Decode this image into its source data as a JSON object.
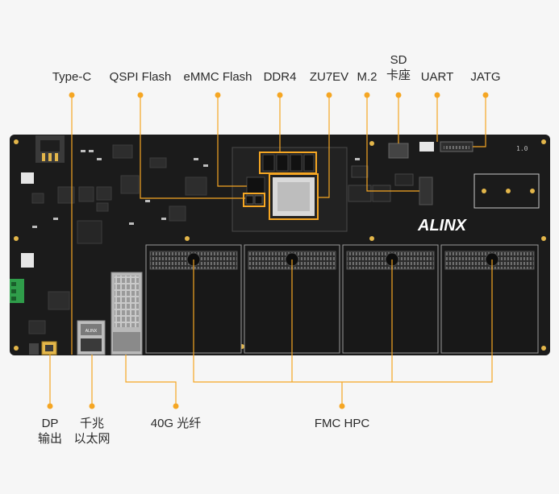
{
  "board": {
    "logo": "ALINX",
    "version_mark": "1.0",
    "port_chip_text": "ALINX"
  },
  "colors": {
    "background": "#f6f6f6",
    "pcb": "#1b1b1b",
    "accent": "#f5a623",
    "text": "#2a2a2a"
  },
  "labels_top": {
    "type_c": "Type-C",
    "qspi_flash": "QSPI Flash",
    "emmc_flash": "eMMC Flash",
    "ddr4": "DDR4",
    "zu7ev": "ZU7EV",
    "m2": "M.2",
    "sd_line1": "SD",
    "sd_line2": "卡座",
    "uart": "UART",
    "jatg": "JATG"
  },
  "labels_bottom": {
    "dp_line1": "DP",
    "dp_line2": "输出",
    "eth_line1": "千兆",
    "eth_line2": "以太网",
    "fiber": "40G 光纤",
    "fmc": "FMC HPC"
  }
}
